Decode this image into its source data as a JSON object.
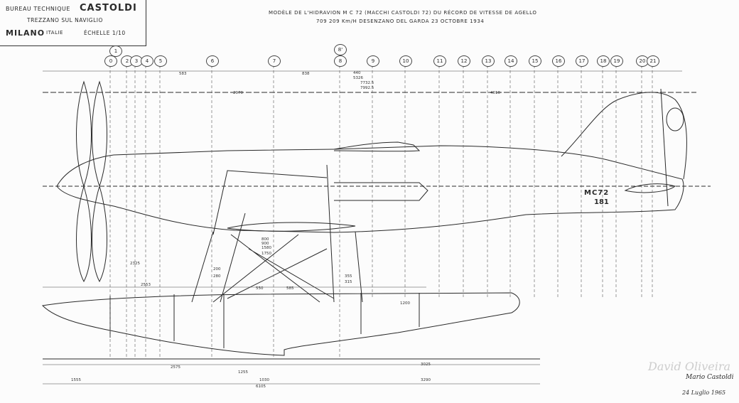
{
  "title_block": {
    "office": "BUREAU TECHNIQUE",
    "company": "CASTOLDI",
    "place": "TREZZANO SUL NAVIGLIO",
    "city": "MILANO",
    "country": "ITALIE",
    "scale": "ÉCHELLE 1/10"
  },
  "drawing_title": {
    "line1": "MODÈLE DE L'HIDRAVION M C 72 (MACCHI CASTOLDI 72) DU RÉCORD DE VITESSE DE AGELLO",
    "line2": "709 209 Km/H DESENZANO DEL GARDA 23 OCTOBRE 1934"
  },
  "stations": [
    "0",
    "1",
    "2",
    "3",
    "4",
    "5",
    "6",
    "7",
    "8",
    "8'",
    "9",
    "10",
    "11",
    "12",
    "13",
    "14",
    "15",
    "16",
    "17",
    "18",
    "19",
    "20",
    "21"
  ],
  "dimensions_top": [
    "583",
    "838",
    "440",
    "5326",
    "7732.5",
    "7992.5",
    "2970",
    "4010"
  ],
  "dimensions_bottom": [
    "2575",
    "1255",
    "1030",
    "3025",
    "3290",
    "6105"
  ],
  "dimensions_float": [
    "2553",
    "550",
    "585",
    "1200",
    "1580",
    "1750",
    "800",
    "900",
    "355",
    "315",
    "280",
    "200",
    "2325",
    "1555"
  ],
  "aircraft_marking": {
    "line1": "MC72",
    "line2": "181"
  },
  "watermark": "David Oliveira",
  "signature": {
    "name": "Mario Castoldi",
    "date": "24 Luglio 1965"
  },
  "colors": {
    "ink": "#2a2a2a",
    "paper": "#fcfcfc"
  }
}
